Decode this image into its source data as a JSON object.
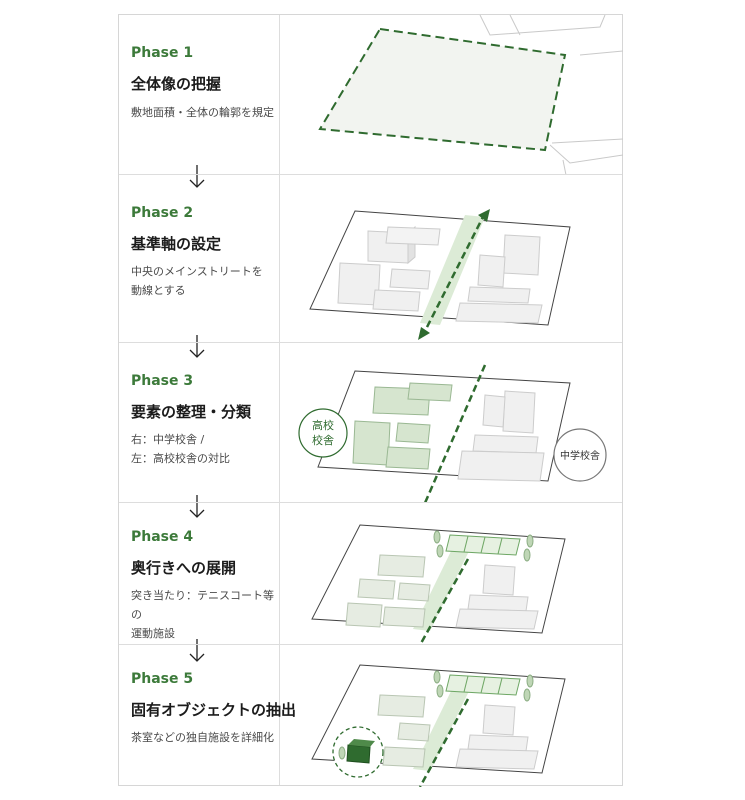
{
  "phases": [
    {
      "label": "Phase 1",
      "title": "全体像の把握",
      "desc": [
        "敷地面積・全体の輪郭を規定"
      ]
    },
    {
      "label": "Phase 2",
      "title": "基準軸の設定",
      "desc": [
        "中央のメインストリートを",
        "動線とする"
      ]
    },
    {
      "label": "Phase 3",
      "title": "要素の整理・分類",
      "desc": [
        "右：中学校舎 /",
        "左：高校校舎の対比"
      ]
    },
    {
      "label": "Phase 4",
      "title": "奥行きへの展開",
      "desc": [
        "突き当たり：テニスコート等の",
        "運動施設"
      ]
    },
    {
      "label": "Phase 5",
      "title": "固有オブジェクトの抽出",
      "desc": [
        "茶室などの独自施設を詳細化"
      ]
    }
  ],
  "labels": {
    "high_school": "高校\n校舎",
    "high_school_line1": "高校",
    "high_school_line2": "校舎",
    "junior_high": "中学校舎"
  },
  "colors": {
    "accent": "#3c7a3a",
    "dash_green": "#2f6b2f",
    "light_green": "#dcebd6",
    "block_green": "#d6e5cf",
    "block_gray": "#efefef",
    "border": "#d6d6d6"
  }
}
